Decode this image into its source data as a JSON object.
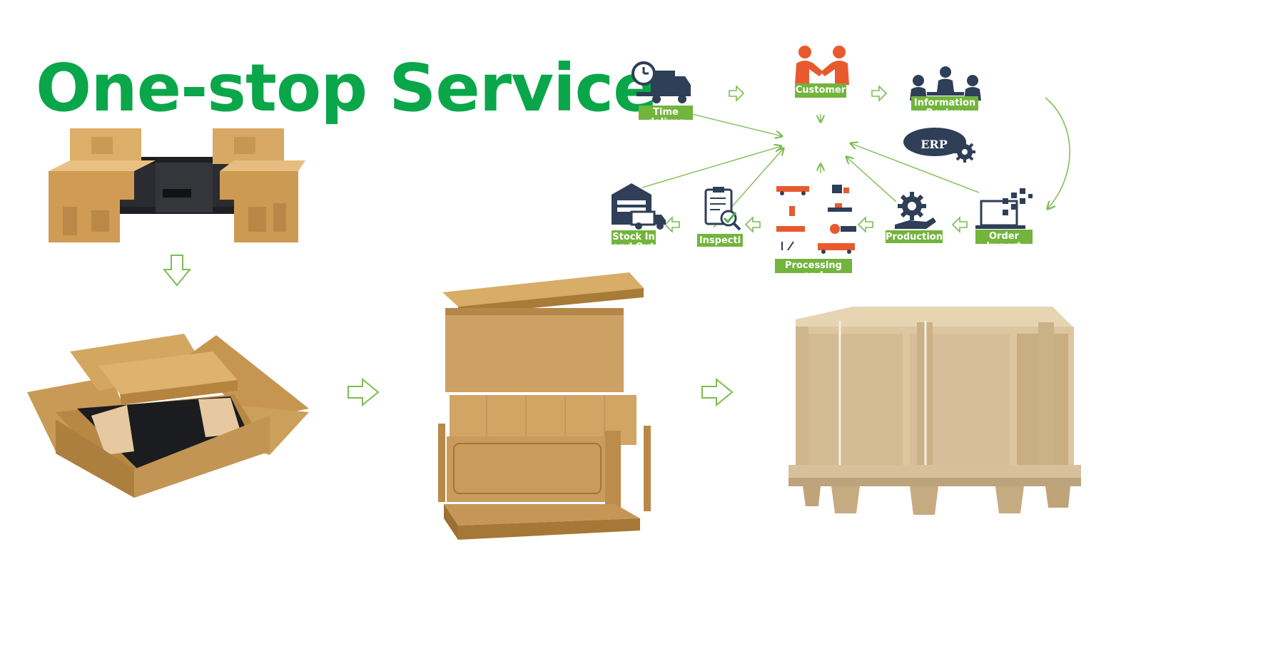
{
  "title": "One-stop Service",
  "colors": {
    "title": "#0aa64a",
    "label_bg": "#72b43c",
    "arrow": "#7cbc52",
    "icon_dark": "#2e3f57",
    "icon_accent": "#e85a2e",
    "erp_bg": "#2e3f57",
    "cardboard": "#c79a58",
    "cork": "#d9a861"
  },
  "packaging_steps": [
    {
      "name": "foam-corner-inserts",
      "icon": "cork-cushion-icon"
    },
    {
      "name": "carton-box-with-inserts",
      "icon": "open-carton-icon"
    },
    {
      "name": "exploded-honeycomb-box",
      "icon": "honeycomb-box-icon"
    },
    {
      "name": "paper-pallet-crate",
      "icon": "pallet-crate-icon"
    }
  ],
  "erp": {
    "center_label": "ERP",
    "nodes": {
      "deliver": {
        "label": "Time deliver",
        "icon": "delivery-truck-icon"
      },
      "customer": {
        "label": "Customer",
        "icon": "handshake-icon"
      },
      "review": {
        "label": "Information Review",
        "icon": "meeting-icon"
      },
      "stock": {
        "label": "Stock In and Out",
        "icon": "warehouse-icon"
      },
      "inspection": {
        "label": "Inspection",
        "icon": "clipboard-check-icon"
      },
      "manufacture": {
        "label": "Processing and Manufacturing",
        "icon": "machinery-icon"
      },
      "production": {
        "label": "Production",
        "icon": "gear-hand-icon"
      },
      "order": {
        "label": "Order Import",
        "icon": "laptop-icon"
      }
    }
  }
}
